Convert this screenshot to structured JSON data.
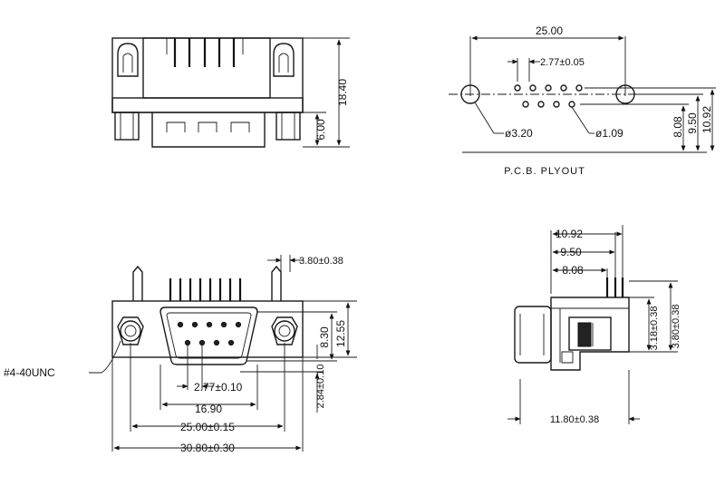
{
  "top_left_view": {
    "dims": {
      "height_total": "18.40",
      "height_lower": "6.00"
    }
  },
  "pcb_layout": {
    "dims": {
      "mount_spacing": "25.00",
      "pin_pitch": "2.77±0.05",
      "mount_hole_dia": "ø3.20",
      "pin_hole_dia": "ø1.09",
      "row_offset_1": "8.08",
      "row_offset_2": "9.50",
      "row_offset_3": "10.92"
    },
    "caption": "P.C.B.  PLYOUT"
  },
  "front_view": {
    "dims": {
      "lug_offset": "3.80±0.38",
      "shell_height_outer": "12.55",
      "shell_height_inner": "8.30",
      "pin_offset": "2.84±0.10",
      "pin_pitch": "2.77±0.10",
      "shell_width": "16.90",
      "mount_spacing": "25.00±0.15",
      "total_width": "30.80±0.30"
    },
    "thread_label": "#4-40UNC"
  },
  "side_view": {
    "dims": {
      "d1": "10.92",
      "d2": "9.50",
      "d3": "8.08",
      "pin_len_1": "3.18±0.38",
      "pin_len_2": "3.80±0.38",
      "depth": "11.80±0.38"
    }
  }
}
